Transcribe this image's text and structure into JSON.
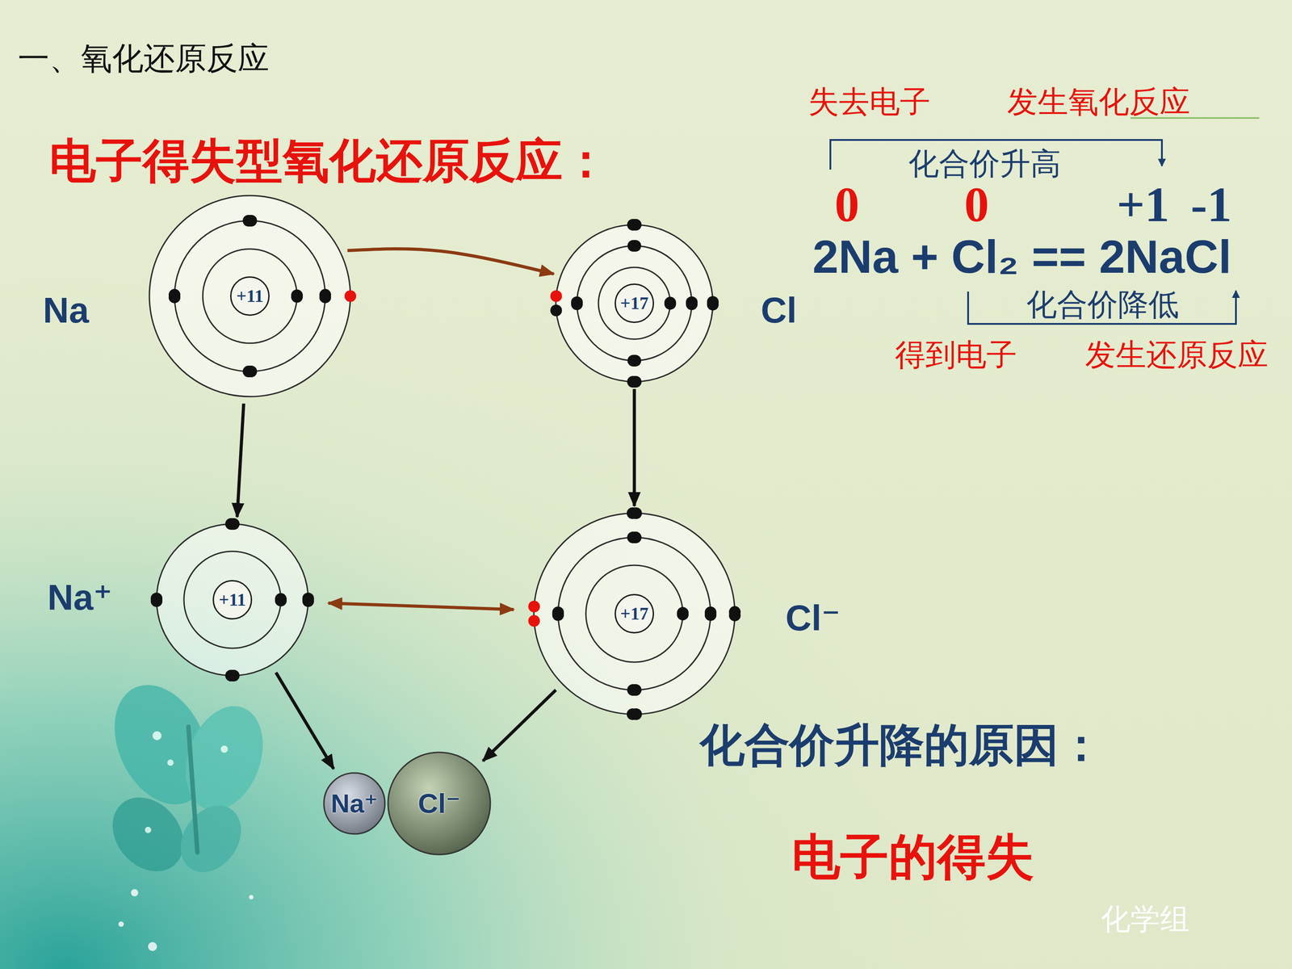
{
  "diagram": {
    "title": "电子得失型氧化还原反应：",
    "nodes": [
      {
        "text": [
          "Na"
        ]
      },
      {
        "text": [
          "+11"
        ],
        "in": 0
      },
      {
        "text": [
          "Cl"
        ]
      },
      {
        "text": [
          "+17"
        ],
        "in": 2
      },
      {
        "text": [
          "Na⁺"
        ]
      },
      {
        "text": [
          "+11"
        ],
        "in": 4
      },
      {
        "text": [
          "Cl⁻"
        ]
      },
      {
        "text": [
          "+17"
        ],
        "in": 6
      },
      {
        "text": [
          "Na⁺"
        ]
      },
      {
        "text": [
          "Cl⁻"
        ]
      }
    ],
    "edges": [
      {
        "from": 0,
        "to": 2,
        "arrow": "to"
      },
      {
        "from": 0,
        "to": 4,
        "arrow": "to"
      },
      {
        "from": 2,
        "to": 6,
        "arrow": "to"
      },
      {
        "from": 4,
        "to": 6,
        "arrow": "both"
      },
      {
        "from": 4,
        "to": 8,
        "arrow": "to"
      },
      {
        "from": 6,
        "to": 9,
        "arrow": "to"
      }
    ],
    "labels": [
      "一、氧化还原反应",
      "失去电子",
      "发生氧化反应",
      "化合价升高",
      "0",
      "0",
      "+1",
      "-1",
      "2Na + Cl₂ == 2NaCl",
      "化合价降低",
      "得到电子",
      "发生还原反应",
      "化合价升降的原因：",
      "电子的得失",
      "化学组"
    ]
  }
}
